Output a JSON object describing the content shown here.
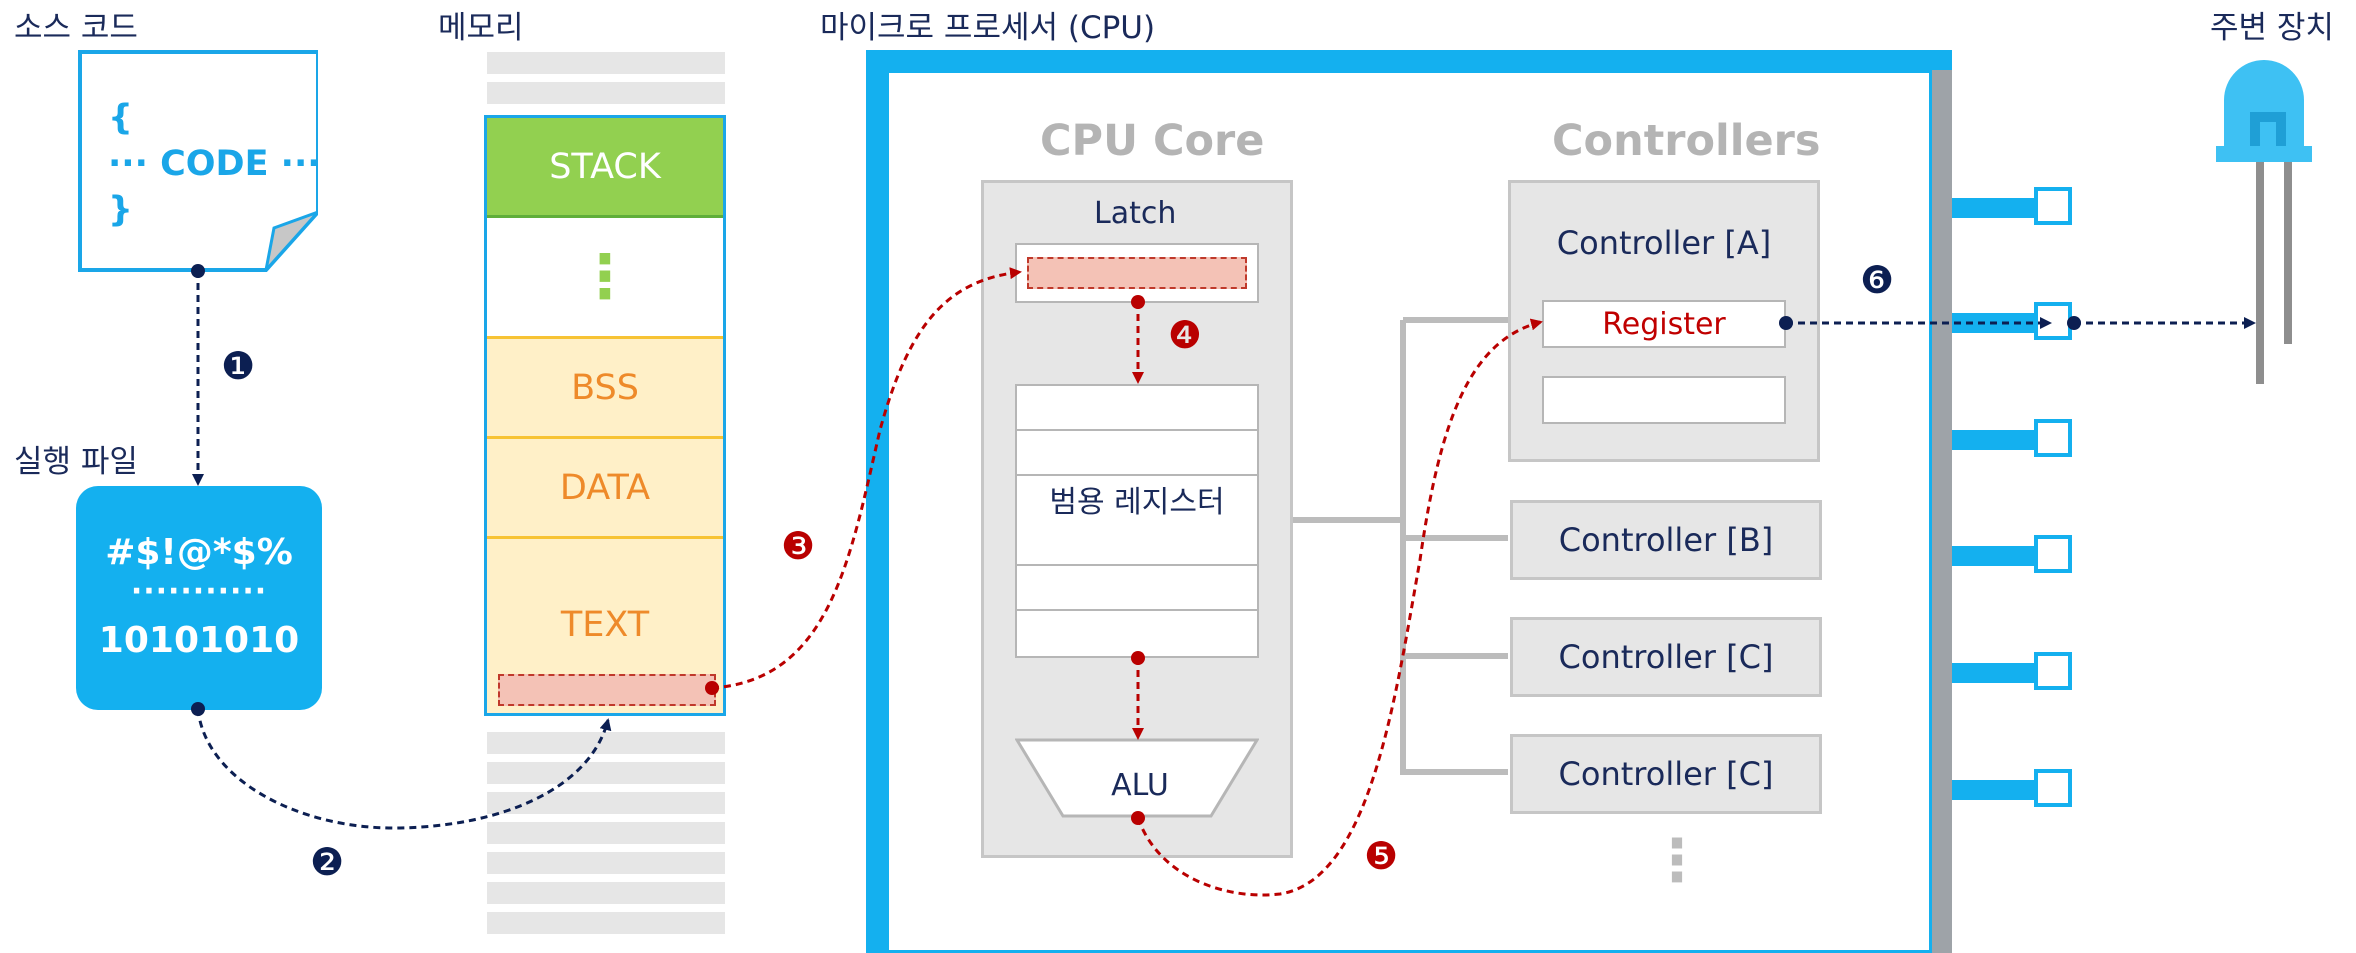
{
  "headers": {
    "source_code": "소스 코드",
    "memory": "메모리",
    "cpu": "마이크로 프로세서 (CPU)",
    "peripheral": "주변 장치",
    "executable": "실행 파일"
  },
  "source_card": {
    "line1": "{",
    "line2": "··· CODE ···",
    "line3": "}"
  },
  "executable_card": {
    "line1": "#$!@*$%",
    "line2": "···········",
    "line3": "10101010"
  },
  "memory_segments": {
    "stack": "STACK",
    "dots": "⋮",
    "bss": "BSS",
    "data": "DATA",
    "text": "TEXT"
  },
  "cpu_core": {
    "title": "CPU Core",
    "latch": "Latch",
    "general_registers": "범용 레지스터",
    "alu": "ALU"
  },
  "controllers": {
    "title": "Controllers",
    "a": "Controller [A]",
    "register": "Register",
    "b": "Controller [B]",
    "c1": "Controller [C]",
    "c2": "Controller [C]",
    "more": "⋮"
  },
  "steps": {
    "s1": "❶",
    "s2": "❷",
    "s3": "❸",
    "s4": "❹",
    "s5": "❺",
    "s6": "❻"
  },
  "colors": {
    "accent_blue": "#14b0ef",
    "navy": "#0c1f52",
    "red_flow": "#b90000",
    "stack_green": "#92d050",
    "segment_yellow": "#fff0c8",
    "segment_text_orange": "#ee8a2a",
    "grey_box": "#e6e6e6"
  }
}
